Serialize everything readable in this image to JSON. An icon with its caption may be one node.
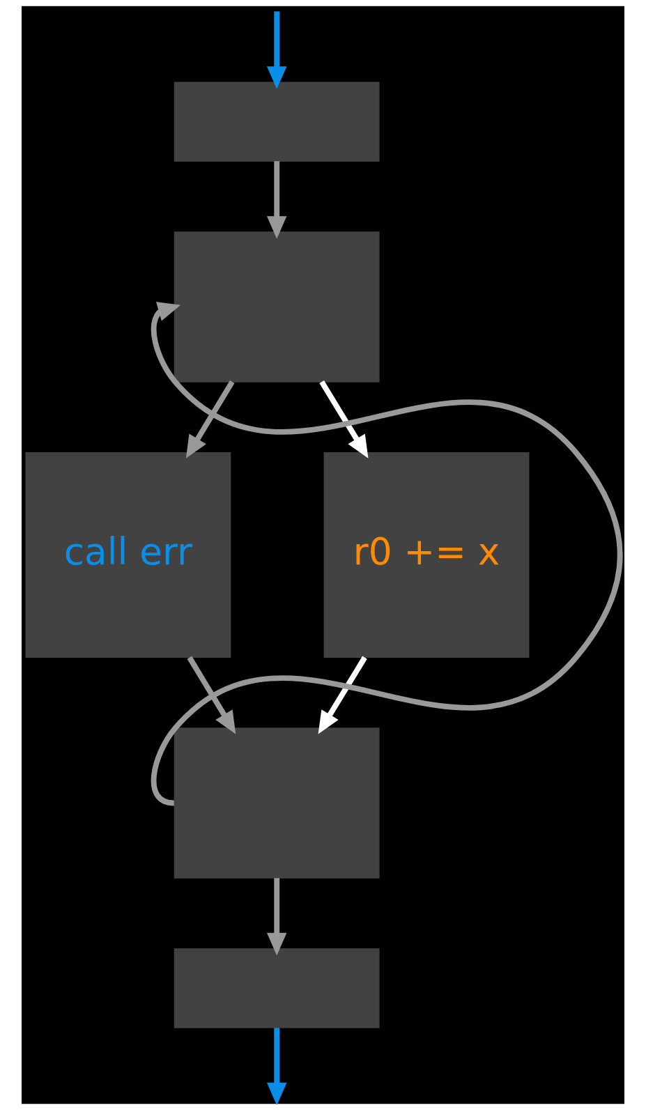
{
  "diagram": {
    "nodes": [
      {
        "text": [],
        "shape": "box"
      },
      {
        "text": [],
        "shape": "box"
      },
      {
        "text": [
          "call err"
        ]
      },
      {
        "text": [
          "r0 += x"
        ]
      },
      {
        "text": [],
        "shape": "box"
      },
      {
        "text": [],
        "shape": "box"
      }
    ],
    "edges": [
      {
        "from": null,
        "to": 0,
        "arrow": "to",
        "color": "#0a8fe8"
      },
      {
        "from": 0,
        "to": 1,
        "arrow": "to"
      },
      {
        "from": 4,
        "to": 1,
        "arrow": "to"
      },
      {
        "from": 1,
        "to": 2,
        "arrow": "to"
      },
      {
        "from": 1,
        "to": 3,
        "arrow": "to",
        "color": "#ffffff"
      },
      {
        "from": 2,
        "to": 4,
        "arrow": "to"
      },
      {
        "from": 3,
        "to": 4,
        "arrow": "to",
        "color": "#ffffff"
      },
      {
        "from": 4,
        "to": 5,
        "arrow": "to"
      },
      {
        "from": 5,
        "to": null,
        "arrow": "to",
        "color": "#0a8fe8"
      }
    ]
  }
}
